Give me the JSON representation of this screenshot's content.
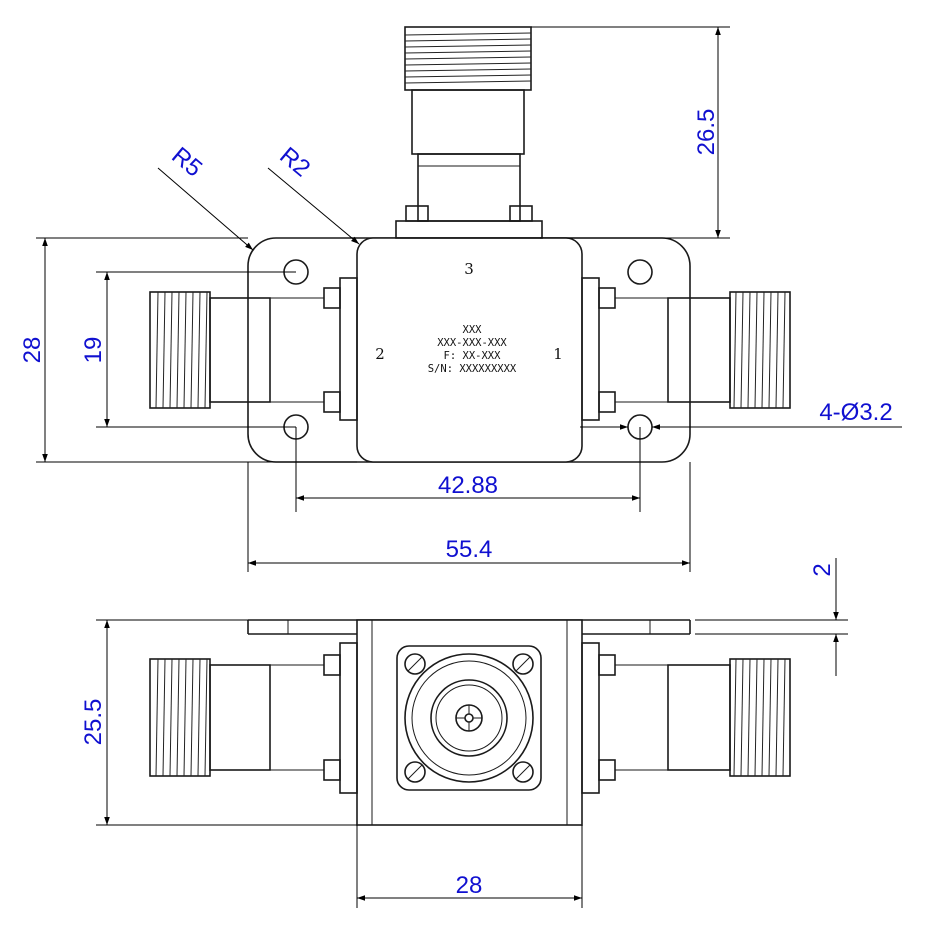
{
  "dimensions": {
    "connector_height": "26.5",
    "radius_outer": "R5",
    "radius_inner": "R2",
    "overall_height": "28",
    "port_spacing": "19",
    "hole_spacing": "42.88",
    "overall_width": "55.4",
    "hole_callout": "4-Ø3.2",
    "flange_thickness": "2",
    "side_height": "25.5",
    "body_width": "28"
  },
  "ports": {
    "port_1": "1",
    "port_2": "2",
    "port_3": "3"
  },
  "label": {
    "line1": "XXX",
    "line2": "XXX-XXX-XXX",
    "line3": "F: XX-XXX",
    "line4": "S/N: XXXXXXXXX"
  }
}
